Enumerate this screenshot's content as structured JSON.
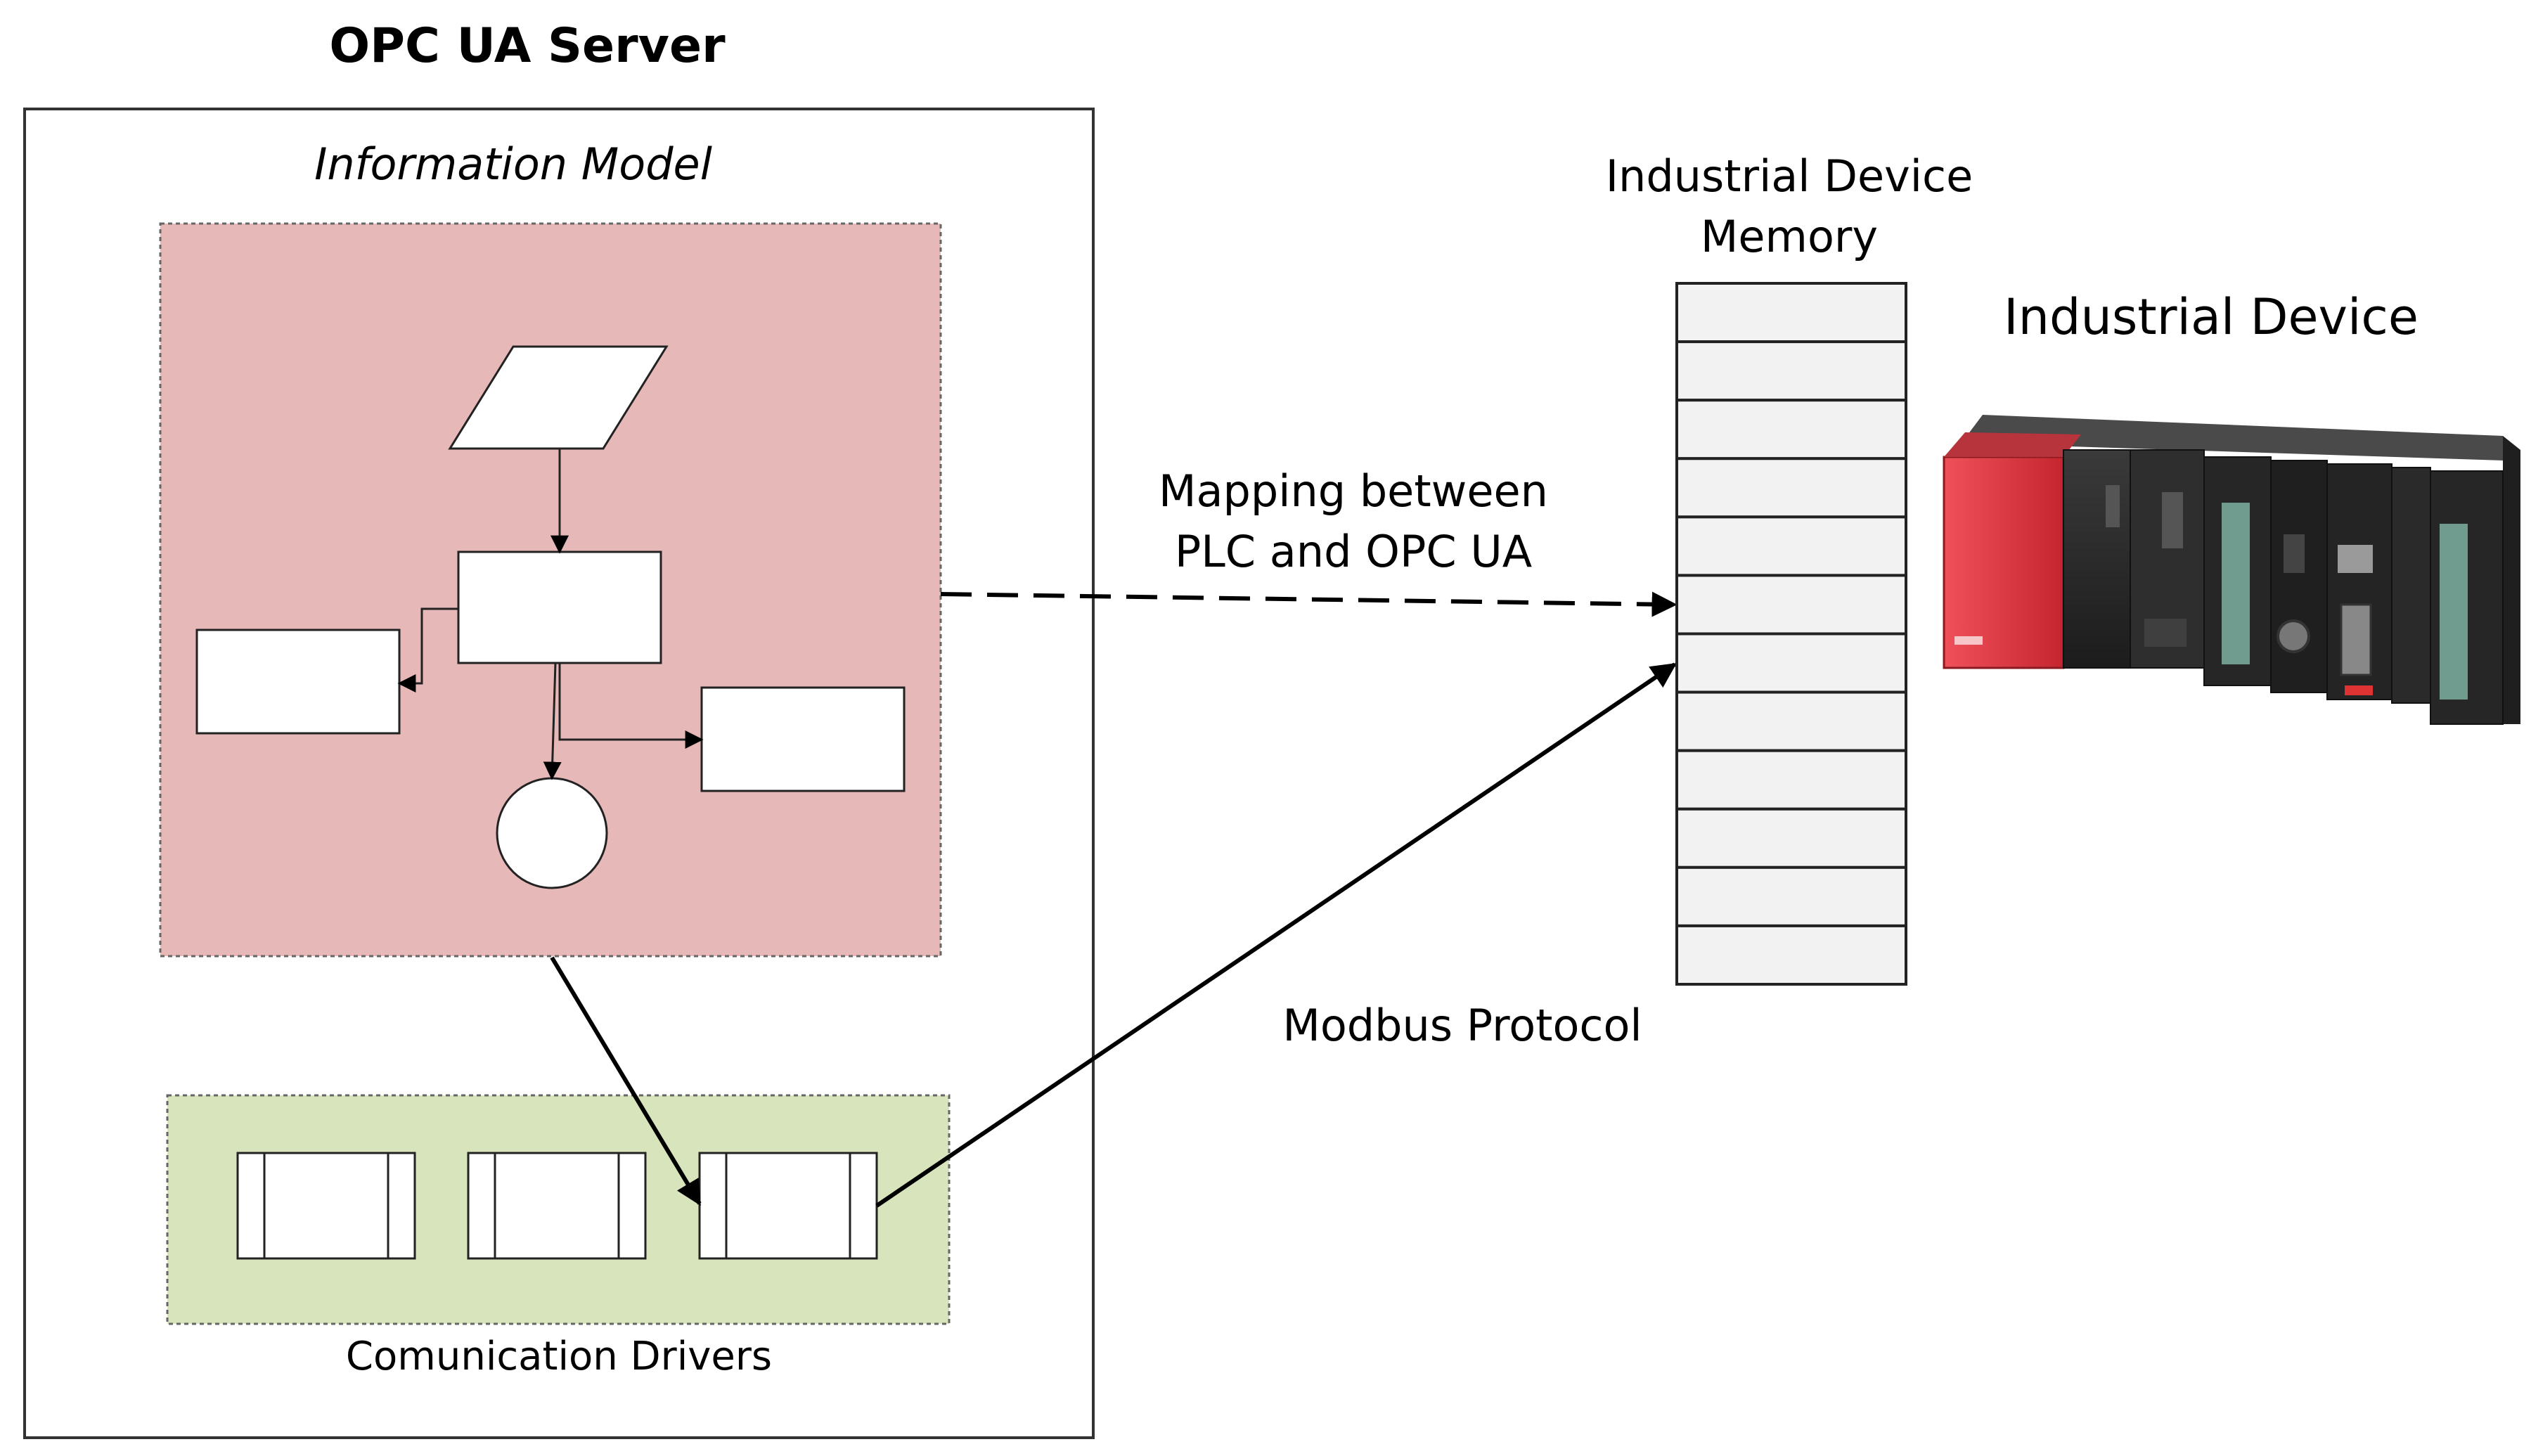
{
  "server": {
    "title": "OPC UA Server",
    "information_model_label": "Information Model",
    "drivers_label": "Comunication Drivers"
  },
  "memory": {
    "label_line1": "Industrial Device",
    "label_line2": "Memory",
    "cell_count": 12
  },
  "device": {
    "label": "Industrial Device"
  },
  "connections": {
    "mapping_line1": "Mapping between",
    "mapping_line2": "PLC and OPC UA",
    "protocol_label": "Modbus Protocol"
  },
  "colors": {
    "information_model_fill": "#e6b8b7",
    "drivers_fill": "#d7e4bc",
    "plc_red": "#e03a45",
    "plc_dark": "#2b2b2b"
  }
}
